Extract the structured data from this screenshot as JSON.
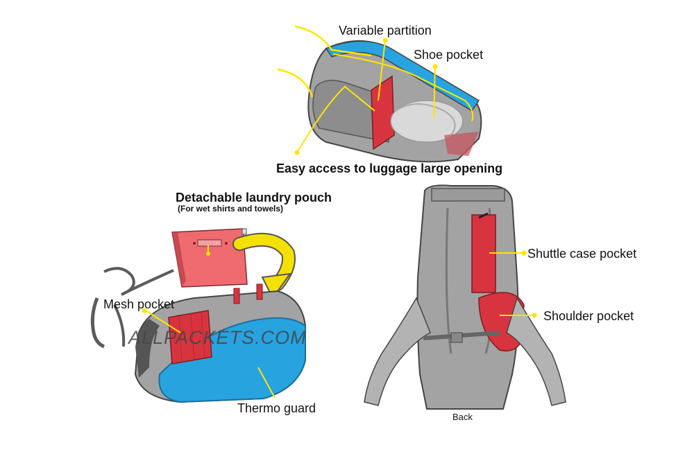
{
  "labels": {
    "variable_partition": "Variable partition",
    "shoe_pocket": "Shoe pocket",
    "caption_top": "Easy access to luggage large opening",
    "pouch_title": "Detachable laundry pouch",
    "pouch_subtitle": "(For wet shirts and towels)",
    "mesh_pocket": "Mesh pocket",
    "thermo_guard": "Thermo guard",
    "shuttle_case_pocket": "Shuttle case pocket",
    "shoulder_pocket": "Shoulder pocket",
    "back": "Back"
  },
  "watermark": "ALLPACKETS.COM",
  "colors": {
    "bag_gray": "#a8a8a8",
    "bag_dark": "#555555",
    "pocket_red": "#d8343f",
    "pouch_pink": "#ef6b6f",
    "thermo_blue": "#27a3e0",
    "leader_yellow": "#ffe600",
    "arrow_yellow": "#f5e100"
  },
  "icons": [
    "curved-arrow",
    "leader-dot",
    "swoosh-logo"
  ]
}
